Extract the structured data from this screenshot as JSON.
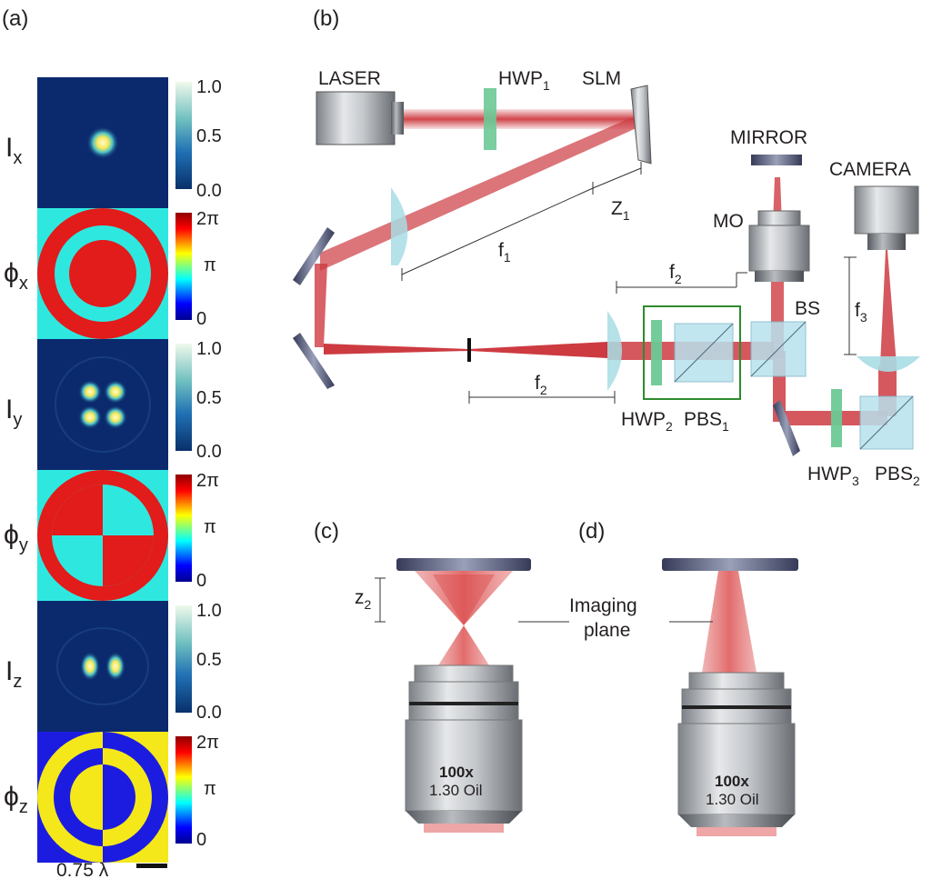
{
  "panels": {
    "a": "(a)",
    "b": "(b)",
    "c": "(c)",
    "d": "(d)"
  },
  "panel_a": {
    "maps": [
      {
        "row_label": "I",
        "row_sub": "x",
        "cb_top": "1.0",
        "cb_mid": "0.5",
        "cb_bottom": "0.0"
      },
      {
        "row_label": "ϕ",
        "row_sub": "x",
        "cb_top": "2π",
        "cb_mid": "π",
        "cb_bottom": "0"
      },
      {
        "row_label": "I",
        "row_sub": "y",
        "cb_top": "1.0",
        "cb_mid": "0.5",
        "cb_bottom": "0.0"
      },
      {
        "row_label": "ϕ",
        "row_sub": "y",
        "cb_top": "2π",
        "cb_mid": "π",
        "cb_bottom": "0"
      },
      {
        "row_label": "I",
        "row_sub": "z",
        "cb_top": "1.0",
        "cb_mid": "0.5",
        "cb_bottom": "0.0"
      },
      {
        "row_label": "ϕ",
        "row_sub": "z",
        "cb_top": "2π",
        "cb_mid": "π",
        "cb_bottom": "0"
      }
    ],
    "scale_bar": "0.75 λ"
  },
  "panel_b": {
    "laser": "LASER",
    "hwp1": "HWP",
    "hwp1_sub": "1",
    "slm": "SLM",
    "mirror": "MIRROR",
    "camera": "CAMERA",
    "z1": "Z",
    "z1_sub": "1",
    "mo": "MO",
    "f1": "f",
    "f1_sub": "1",
    "f2_top": "f",
    "f2_top_sub": "2",
    "f2_bottom": "f",
    "f2_bottom_sub": "2",
    "f3": "f",
    "f3_sub": "3",
    "bs": "BS",
    "hwp2": "HWP",
    "hwp2_sub": "2",
    "pbs1": "PBS",
    "pbs1_sub": "1",
    "hwp3": "HWP",
    "hwp3_sub": "3",
    "pbs2": "PBS",
    "pbs2_sub": "2"
  },
  "panel_c": {
    "z2": "z",
    "z2_sub": "2",
    "magnification": "100x",
    "spec": "1.30 Oil"
  },
  "panel_d": {
    "magnification": "100x",
    "spec": "1.30 Oil"
  },
  "imaging_plane": [
    "Imaging",
    "plane"
  ],
  "colors": {
    "beam": "#c8262d",
    "map_background": "#0b2a6e",
    "phase_red": "#e21b1b",
    "phase_cyan": "#2ee8e0",
    "phase_blue": "#1c1ce0",
    "phase_yellow": "#f5e81a",
    "lens": "#a8dde4",
    "hwp": "#6cc995",
    "frame_green": "#2e8b2e",
    "mirror": "#4a4e6a"
  }
}
